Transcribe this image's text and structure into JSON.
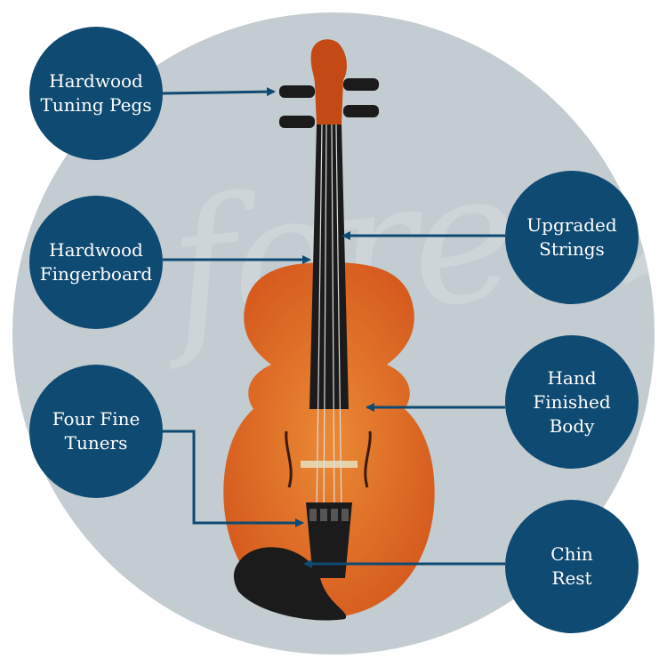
{
  "colors": {
    "background": "#ffffff",
    "circle": "#c3ccd0",
    "label_fill": "#0f4a72",
    "arrow": "#0f4a72",
    "violin_body": "#d4571c",
    "violin_body_light": "#ea8a35",
    "ebony": "#1b1b1b"
  },
  "watermark": "forenza",
  "labels": {
    "pegs": "Hardwood\nTuning Pegs",
    "fingerboard": "Hardwood\nFingerboard",
    "tuners": "Four Fine\nTuners",
    "strings": "Upgraded\nStrings",
    "body": "Hand\nFinished\nBody",
    "chin_rest": "Chin\nRest"
  }
}
